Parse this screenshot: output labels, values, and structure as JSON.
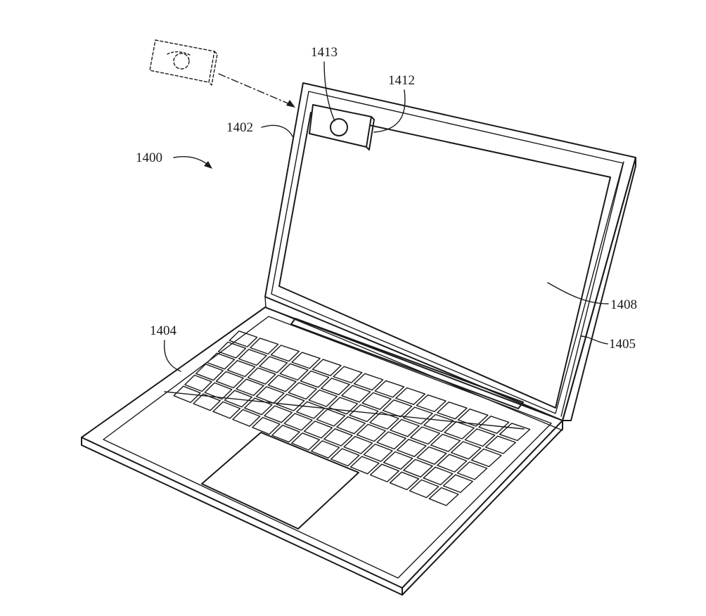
{
  "figure": {
    "labels": {
      "ref_1400": "1400",
      "ref_1402": "1402",
      "ref_1404": "1404",
      "ref_1405": "1405",
      "ref_1408": "1408",
      "ref_1412": "1412",
      "ref_1413": "1413"
    },
    "keyboard": {
      "rows": 6,
      "keys_per_row": 14
    }
  }
}
